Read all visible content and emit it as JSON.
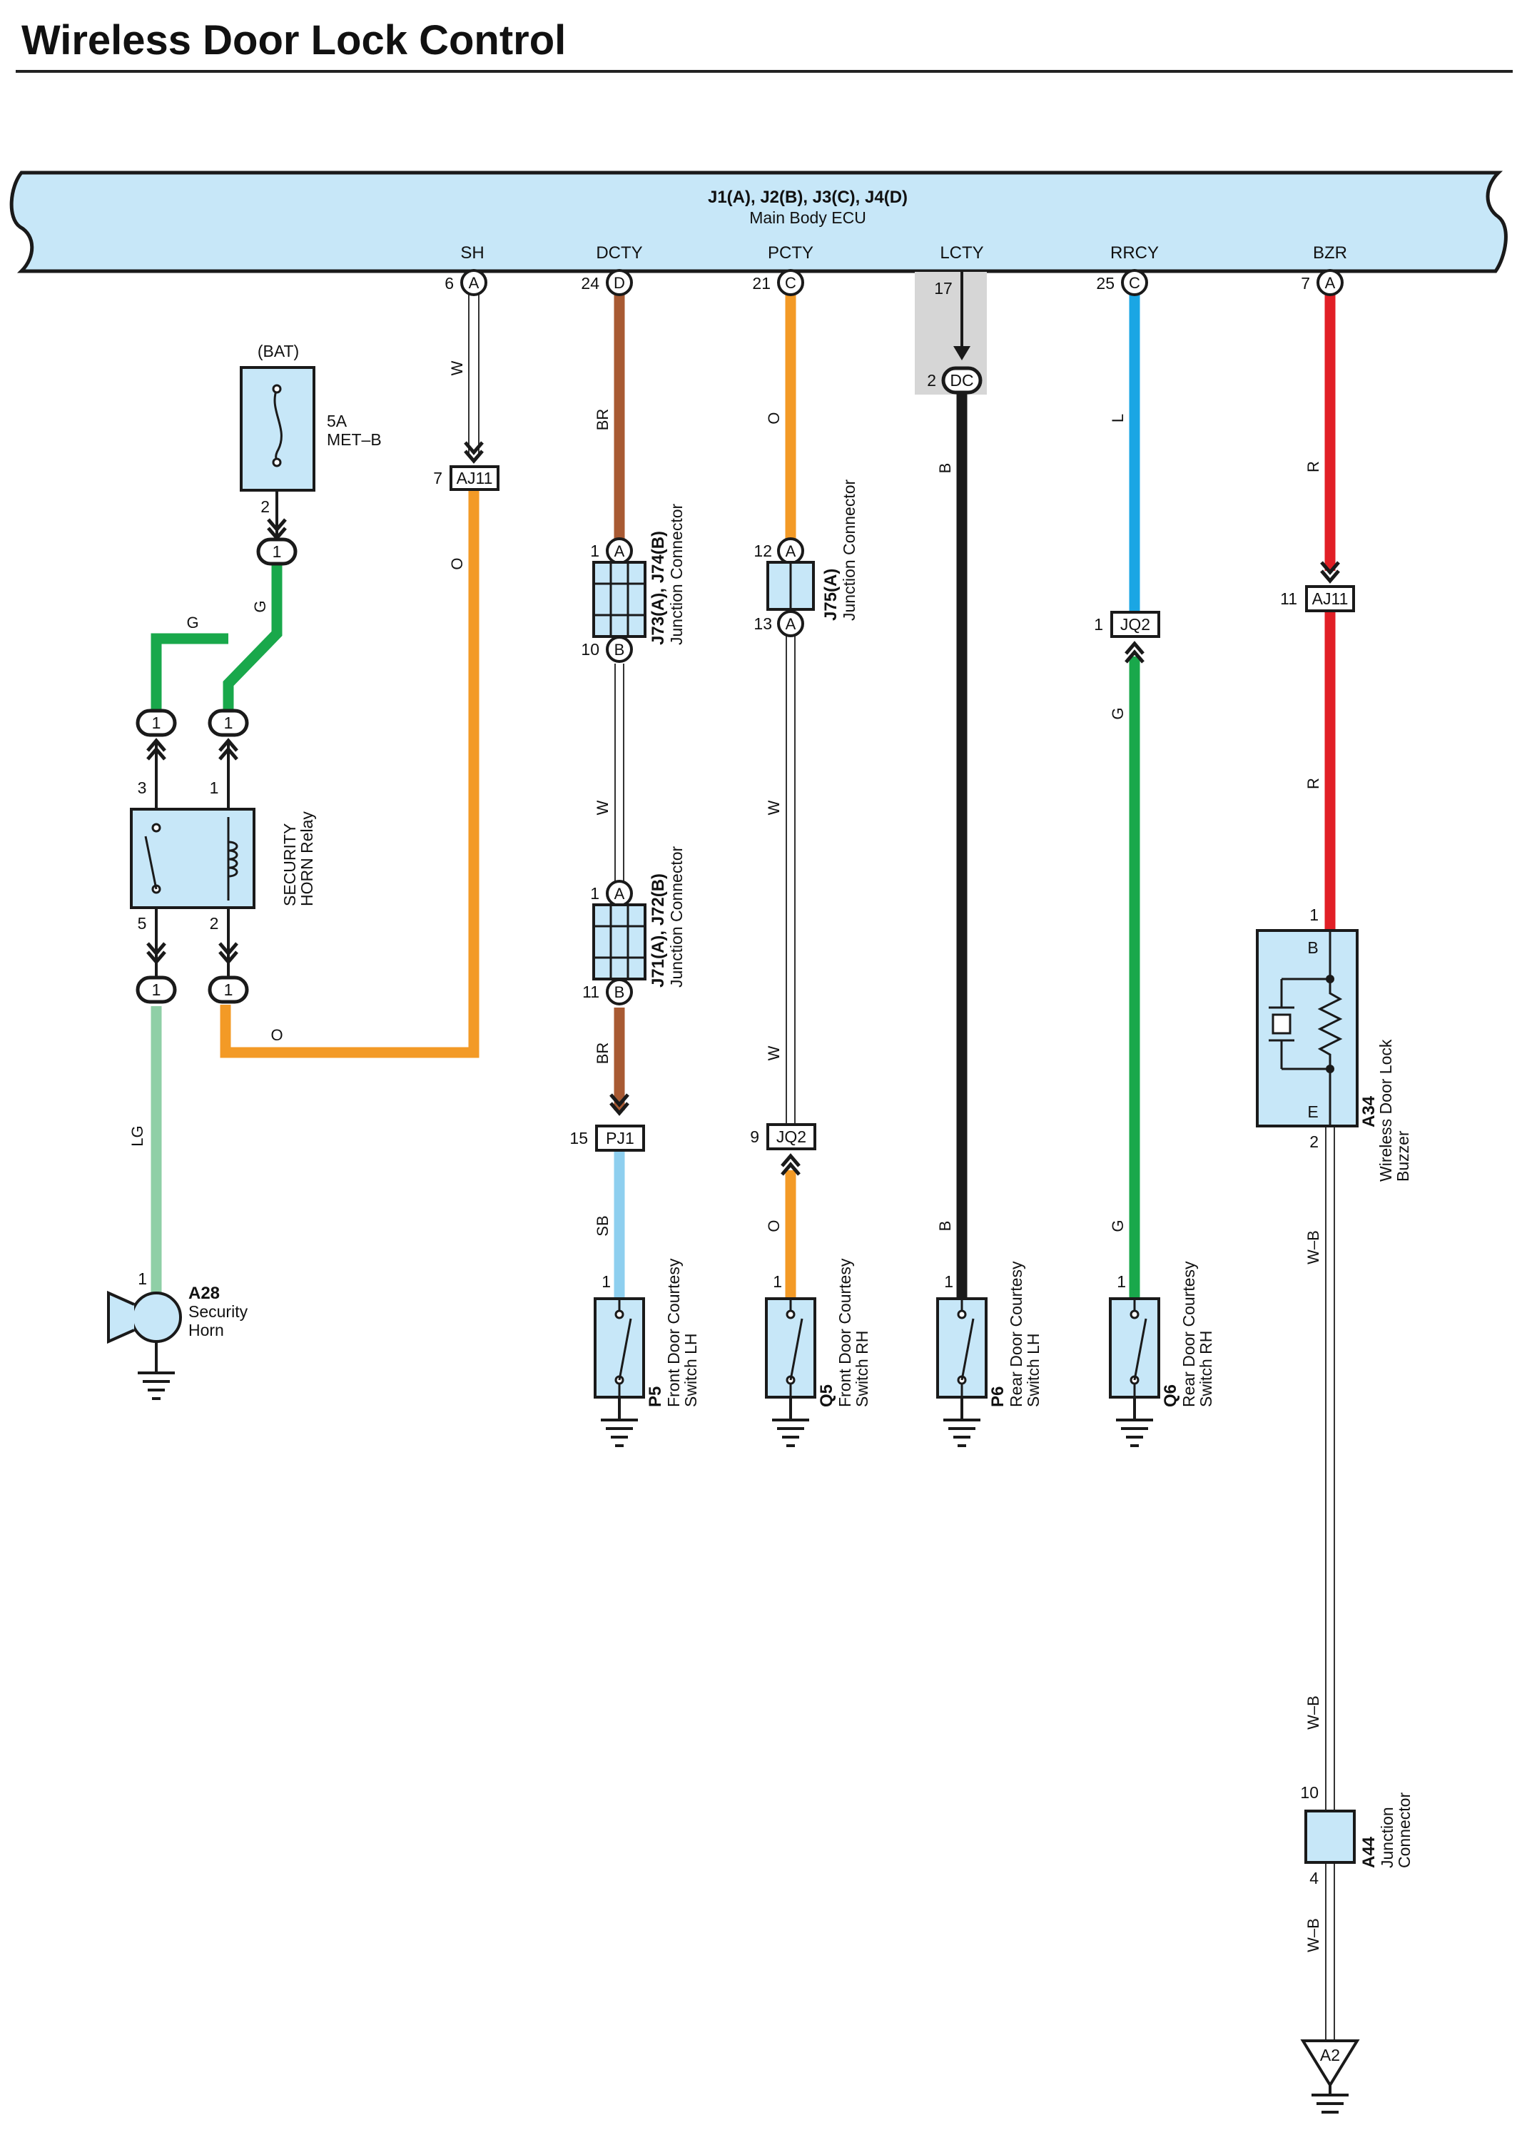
{
  "title": "Wireless Door Lock Control",
  "ecu": {
    "codes": "J1(A), J2(B), J3(C), J4(D)",
    "name": "Main Body ECU",
    "terminals": [
      {
        "signal": "SH",
        "pin": "6",
        "conn": "A"
      },
      {
        "signal": "DCTY",
        "pin": "24",
        "conn": "D"
      },
      {
        "signal": "PCTY",
        "pin": "21",
        "conn": "C"
      },
      {
        "signal": "LCTY",
        "pin": "17",
        "conn": ""
      },
      {
        "signal": "RRCY",
        "pin": "25",
        "conn": "C"
      },
      {
        "signal": "BZR",
        "pin": "7",
        "conn": "A"
      }
    ]
  },
  "fuse": {
    "source": "(BAT)",
    "rating": "5A",
    "name": "MET–B",
    "pin": "2"
  },
  "relay": {
    "name_line1": "SECURITY",
    "name_line2": "HORN Relay",
    "pins": {
      "p3": "3",
      "p1": "1",
      "p5": "5",
      "p2": "2"
    }
  },
  "inline_connectors": [
    {
      "id": "aj11_sh",
      "pin": "7",
      "label": "AJ11"
    },
    {
      "id": "aj11_bzr",
      "pin": "11",
      "label": "AJ11"
    },
    {
      "id": "jq2_rrcy",
      "pin": "1",
      "label": "JQ2"
    },
    {
      "id": "pj1",
      "pin": "15",
      "label": "PJ1"
    },
    {
      "id": "jq2_pcty",
      "pin": "9",
      "label": "JQ2"
    },
    {
      "id": "dc",
      "pin": "2",
      "label": "DC"
    }
  ],
  "junction_connectors": [
    {
      "id": "j73",
      "code": "J73(A), J74(B)",
      "name": "Junction Connector",
      "top_pin": "1",
      "top_conn": "A",
      "bottom_pin": "10",
      "bottom_conn": "B"
    },
    {
      "id": "j71",
      "code": "J71(A), J72(B)",
      "name": "Junction Connector",
      "top_pin": "1",
      "top_conn": "A",
      "bottom_pin": "11",
      "bottom_conn": "B"
    },
    {
      "id": "j75",
      "code": "J75(A)",
      "name": "Junction Connector",
      "top_pin": "12",
      "top_conn": "A",
      "bottom_pin": "13",
      "bottom_conn": "A"
    },
    {
      "id": "a44",
      "code": "A44",
      "name_line1": "Junction",
      "name_line2": "Connector",
      "top_pin": "10",
      "bottom_pin": "4"
    }
  ],
  "components": [
    {
      "id": "a28",
      "code": "A28",
      "name_line1": "Security",
      "name_line2": "Horn",
      "pin": "1"
    },
    {
      "id": "p5",
      "code": "P5",
      "name_line1": "Front Door Courtesy",
      "name_line2": "Switch LH",
      "pin": "1"
    },
    {
      "id": "q5",
      "code": "Q5",
      "name_line1": "Front Door Courtesy",
      "name_line2": "Switch RH",
      "pin": "1"
    },
    {
      "id": "p6",
      "code": "P6",
      "name_line1": "Rear Door Courtesy",
      "name_line2": "Switch LH",
      "pin": "1"
    },
    {
      "id": "q6",
      "code": "Q6",
      "name_line1": "Rear Door Courtesy",
      "name_line2": "Switch RH",
      "pin": "1"
    },
    {
      "id": "a34",
      "code": "A34",
      "name_line1": "Wireless Door Lock",
      "name_line2": "Buzzer",
      "pin_top": "1",
      "pin_bottom": "2",
      "term_b": "B",
      "term_e": "E"
    }
  ],
  "ground_point": "A2",
  "wire_colors": {
    "W": "W",
    "BR": "BR",
    "O": "O",
    "B": "B",
    "L": "L",
    "R": "R",
    "G": "G",
    "LG": "LG",
    "SB": "SB",
    "WB": "W–B"
  },
  "colors": {
    "orange": "#f39a26",
    "brown": "#a85a33",
    "black": "#1a1a1a",
    "blue": "#1aa6e4",
    "red": "#e11f26",
    "green": "#19a84b",
    "light_green": "#8fcfa6",
    "sky_blue": "#8ecfef",
    "ecu_fill": "#c7e7f8",
    "component_fill": "#c7e7f8",
    "shade": "#d6d6d6"
  }
}
